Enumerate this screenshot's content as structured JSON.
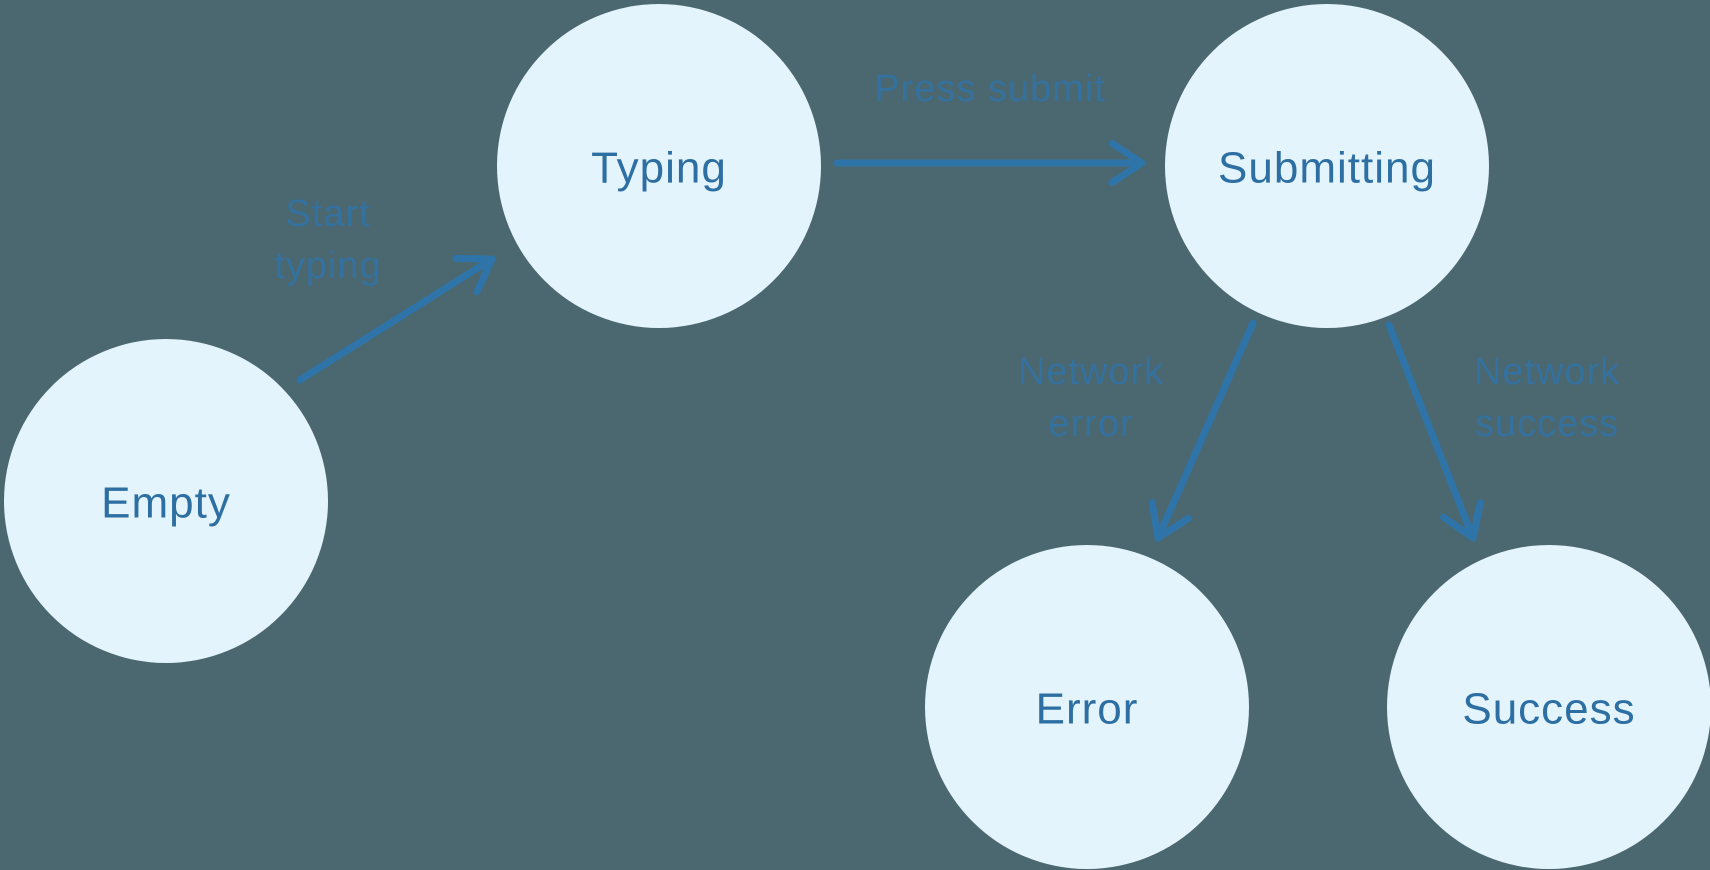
{
  "diagram": {
    "type": "state-machine",
    "colors": {
      "background": "#4B6770",
      "node_fill": "#E3F4FC",
      "node_text": "#2D6FA2",
      "arrow": "#2F74A8",
      "edge_label": "#2F74A8"
    },
    "nodes": {
      "empty": {
        "label": "Empty"
      },
      "typing": {
        "label": "Typing"
      },
      "submitting": {
        "label": "Submitting"
      },
      "error": {
        "label": "Error"
      },
      "success": {
        "label": "Success"
      }
    },
    "edges": {
      "start_typing": {
        "from": "Empty",
        "to": "Typing",
        "label_line1": "Start",
        "label_line2": "typing"
      },
      "press_submit": {
        "from": "Typing",
        "to": "Submitting",
        "label": "Press submit"
      },
      "network_error": {
        "from": "Submitting",
        "to": "Error",
        "label_line1": "Network",
        "label_line2": "error"
      },
      "network_success": {
        "from": "Submitting",
        "to": "Success",
        "label_line1": "Network",
        "label_line2": "success"
      }
    }
  }
}
